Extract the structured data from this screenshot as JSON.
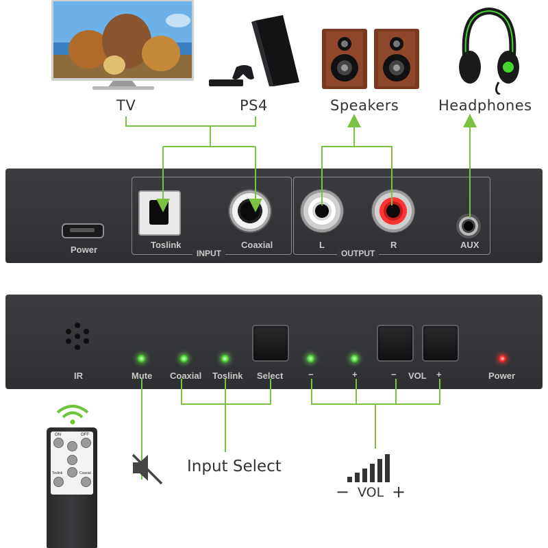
{
  "devices": {
    "tv": "TV",
    "ps4": "PS4",
    "speakers": "Speakers",
    "headphones": "Headphones"
  },
  "rear_panel": {
    "power": "Power",
    "input_group": "INPUT",
    "toslink": "Toslink",
    "coaxial": "Coaxial",
    "output_group": "OUTPUT",
    "left": "L",
    "right": "R",
    "aux": "AUX"
  },
  "front_panel": {
    "ir": "IR",
    "mute": "Mute",
    "coaxial": "Coaxial",
    "toslink": "Toslink",
    "select": "Select",
    "minus_1": "−",
    "plus_1": "+",
    "minus_2": "−",
    "vol": "VOL",
    "plus_2": "+",
    "power": "Power"
  },
  "callouts": {
    "input_select": "Input Select",
    "vol_minus": "−",
    "vol": "VOL",
    "vol_plus": "+"
  },
  "remote": {
    "on": "ON",
    "off": "OFF",
    "toslink": "Toslink",
    "coaxial": "Coaxial"
  },
  "colors": {
    "connector_line": "#7cc242",
    "led_green": "#5de043",
    "led_red": "#ff3030",
    "panel": "#353639",
    "wifi_icon": "#6cc43a"
  }
}
